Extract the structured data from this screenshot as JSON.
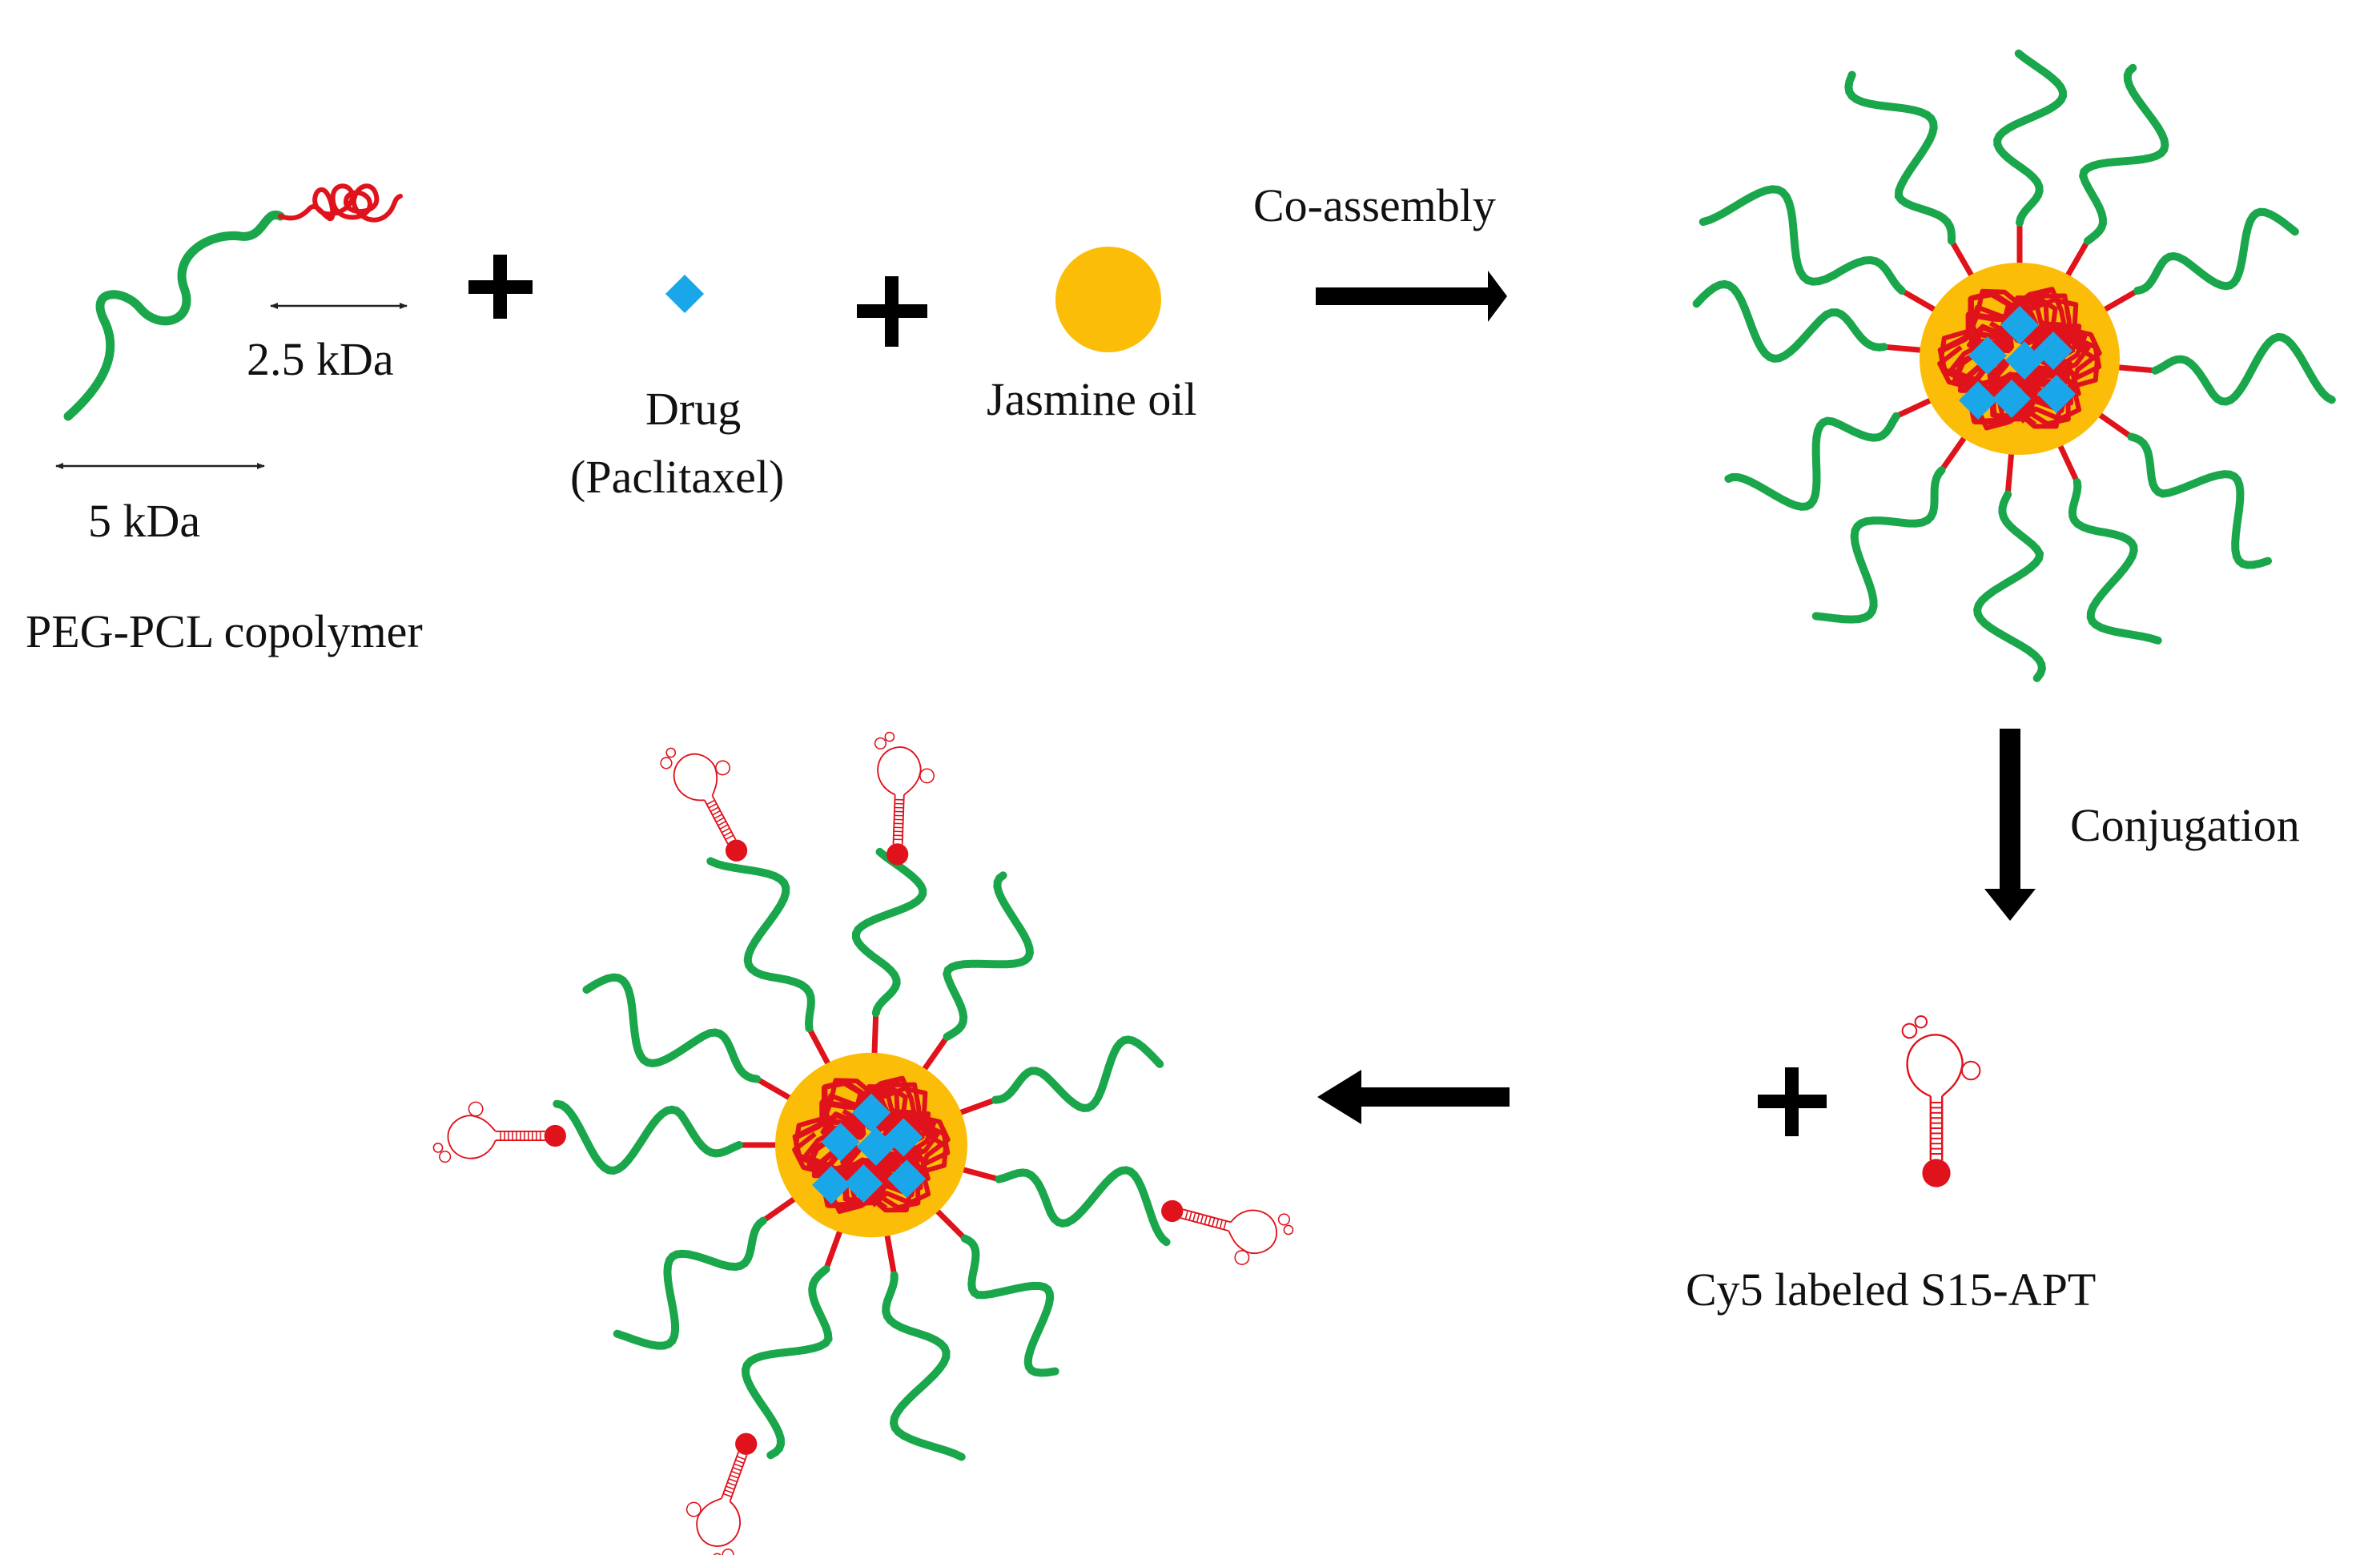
{
  "labels": {
    "kda_small": "2.5 kDa",
    "kda_large": "5 kDa",
    "copolymer": "PEG-PCL copolymer",
    "drug": "Drug",
    "drug_name": "(Paclitaxel)",
    "oil": "Jasmine oil",
    "coassembly": "Co-assembly",
    "conjugation": "Conjugation",
    "aptamer": "Cy5 labeled S15-APT"
  },
  "colors": {
    "peg": "#1aa64b",
    "pcl": "#e0121b",
    "drug": "#1aa7ea",
    "oil": "#fbbd08",
    "arrow": "#000000",
    "text": "#111111"
  },
  "icons": [
    "plus-icon",
    "drug-diamond-icon",
    "oil-droplet-icon",
    "right-arrow-icon",
    "down-arrow-icon",
    "left-arrow-icon",
    "aptamer-icon",
    "micelle-icon",
    "aptamer-micelle-icon"
  ]
}
